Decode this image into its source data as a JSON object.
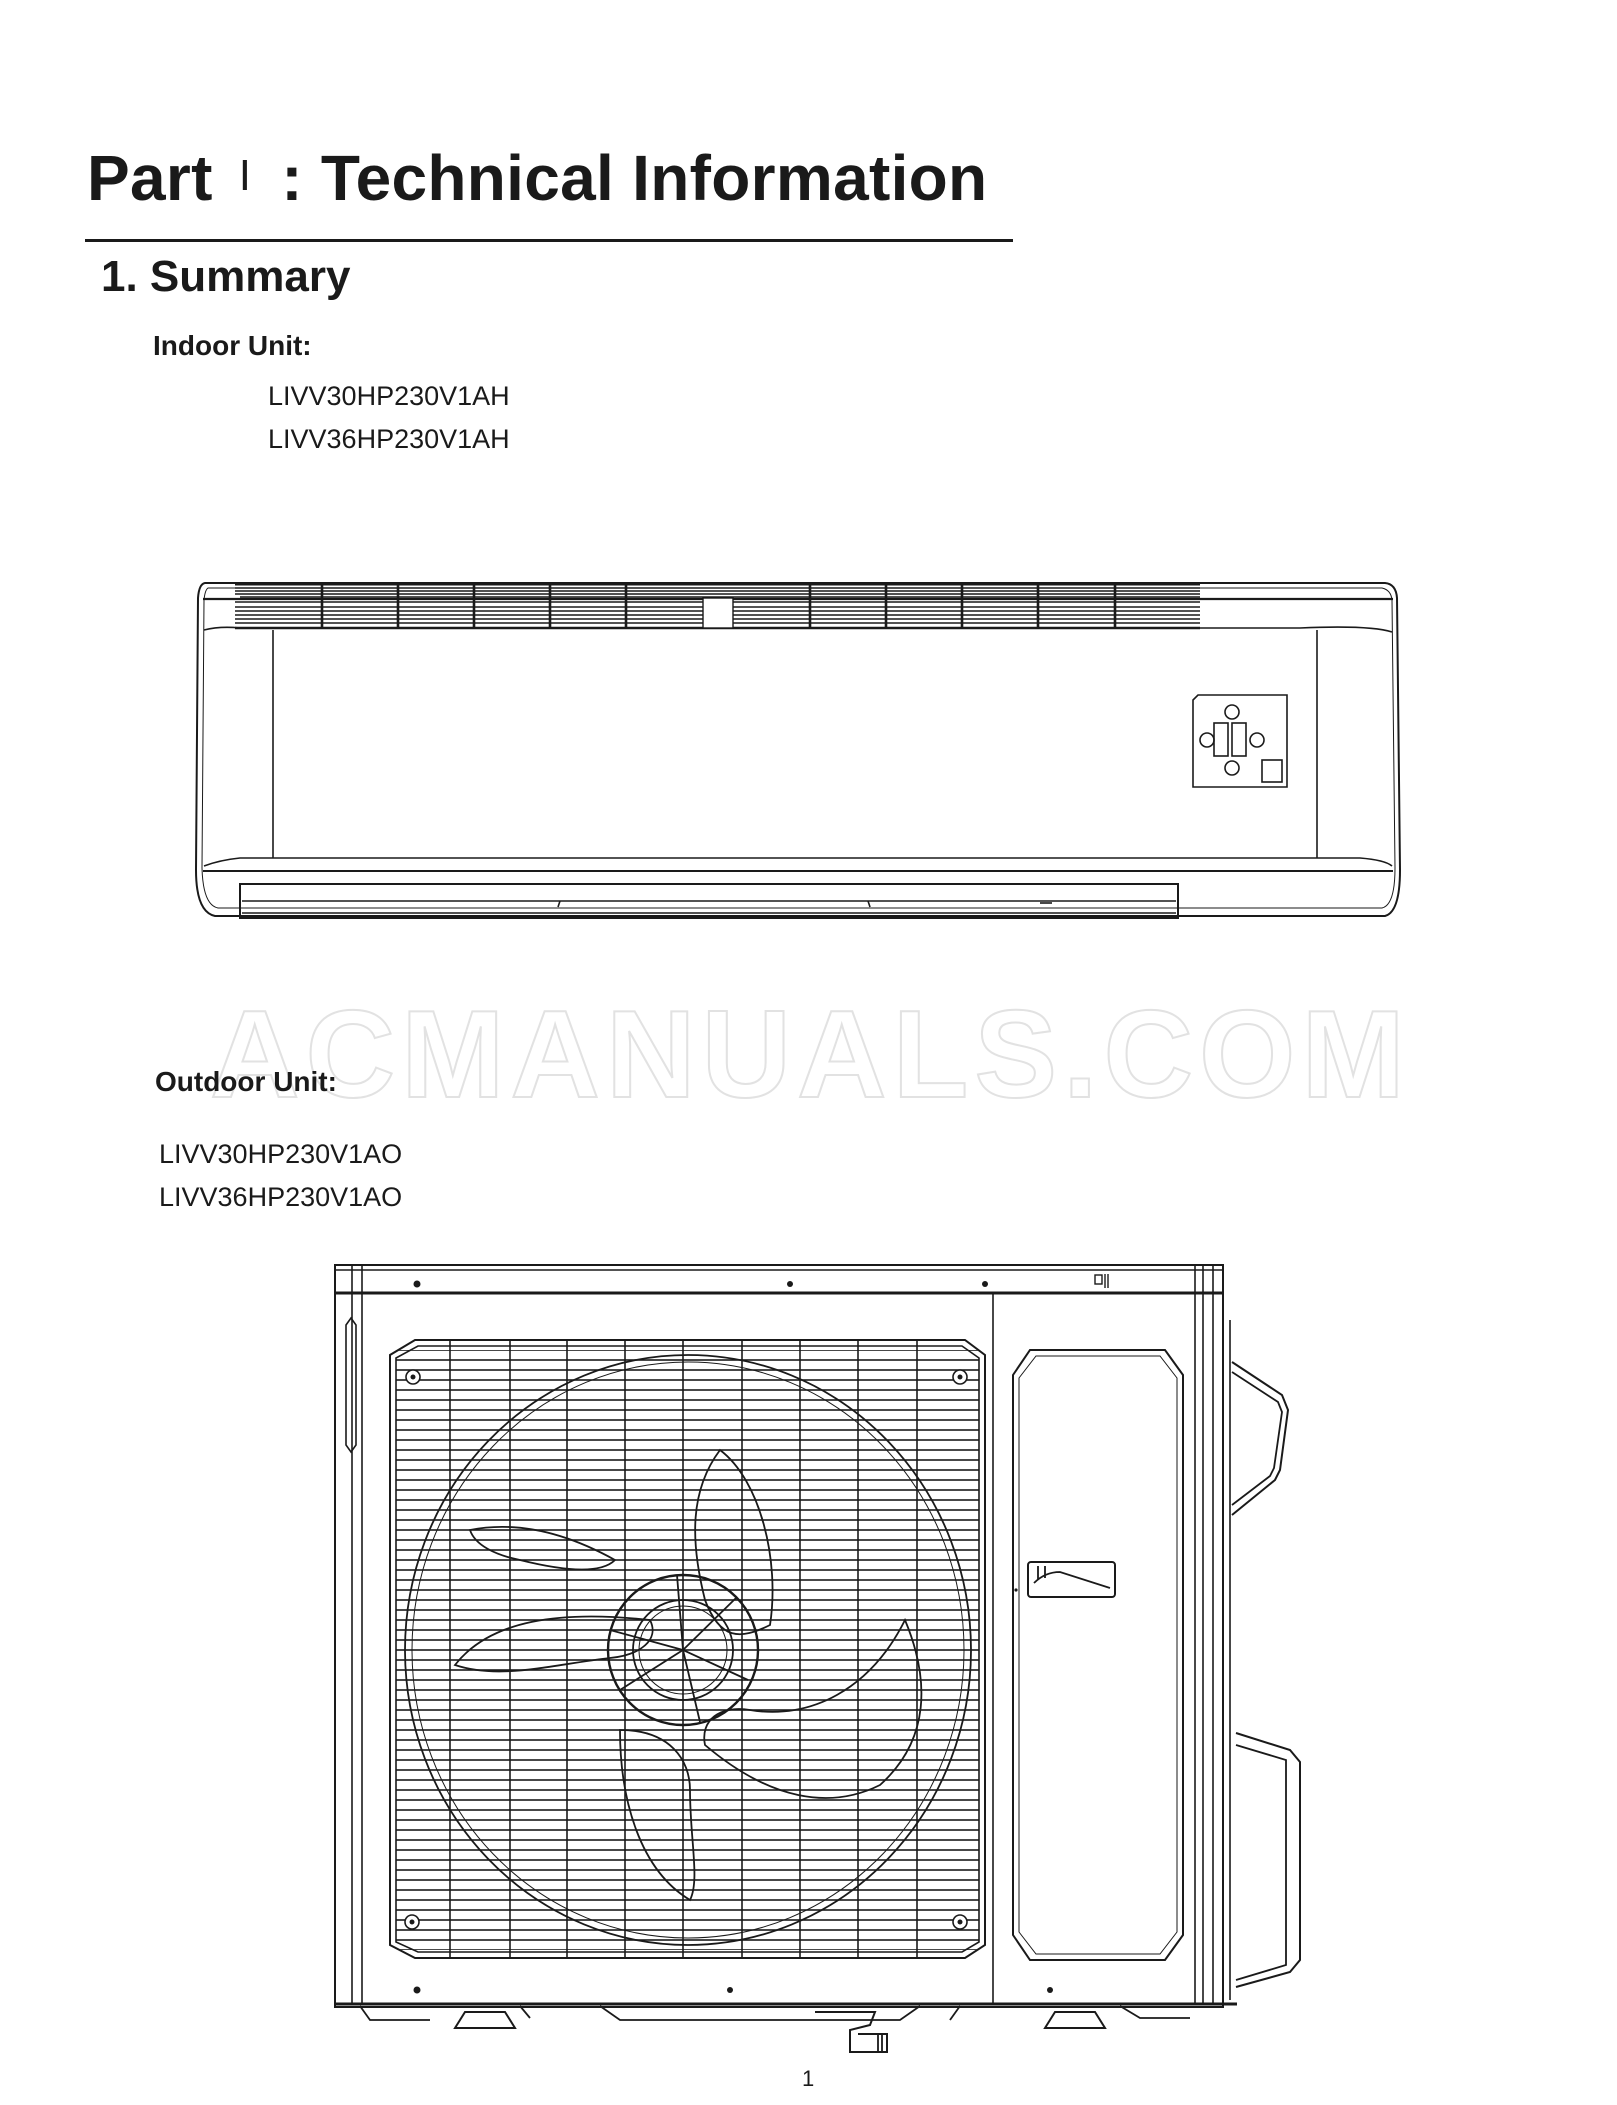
{
  "header": {
    "part_label": "Part",
    "part_numeral": "I",
    "title_text": ": Technical Information"
  },
  "section": {
    "number_title": "1. Summary"
  },
  "indoor": {
    "heading": "Indoor Unit:",
    "models": [
      "LIVV30HP230V1AH",
      "LIVV36HP230V1AH"
    ],
    "figure": "indoor-unit-front-view-drawing"
  },
  "outdoor": {
    "heading": "Outdoor Unit:",
    "models": [
      "LIVV30HP230V1AO",
      "LIVV36HP230V1AO"
    ],
    "figure": "outdoor-unit-front-view-drawing"
  },
  "watermark": "ACMANUALS.COM",
  "footer": {
    "page_number": "1"
  },
  "colors": {
    "ink": "#1a1a1a",
    "watermark": "#e2e2e2",
    "background": "#ffffff"
  }
}
